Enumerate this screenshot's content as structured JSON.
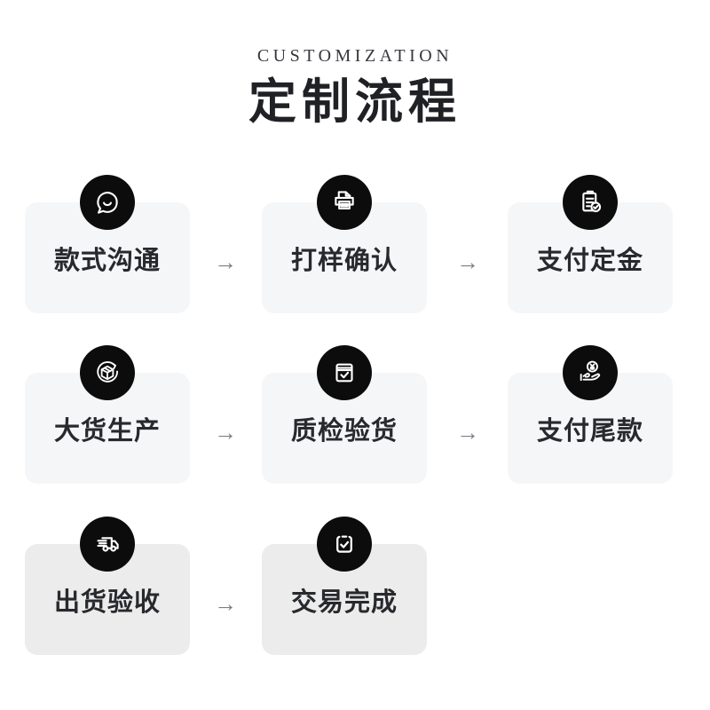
{
  "header": {
    "eyebrow": "CUSTOMIZATION",
    "title": "定制流程"
  },
  "colors": {
    "card_bg": "#f5f6f7",
    "card_bg_dark": "#ececec",
    "circle_bg": "#0c0c0c",
    "text": "#28292d",
    "arrow": "#7b7e87"
  },
  "arrow_glyph": "→",
  "steps": [
    {
      "label": "款式沟通",
      "icon": "chat-bubble-icon"
    },
    {
      "label": "打样确认",
      "icon": "printer-icon"
    },
    {
      "label": "支付定金",
      "icon": "receipt-check-icon"
    },
    {
      "label": "大货生产",
      "icon": "production-box-icon"
    },
    {
      "label": "质检验货",
      "icon": "inspection-check-icon"
    },
    {
      "label": "支付尾款",
      "icon": "hand-coin-icon"
    },
    {
      "label": "出货验收",
      "icon": "delivery-truck-icon"
    },
    {
      "label": "交易完成",
      "icon": "deal-complete-icon"
    }
  ]
}
